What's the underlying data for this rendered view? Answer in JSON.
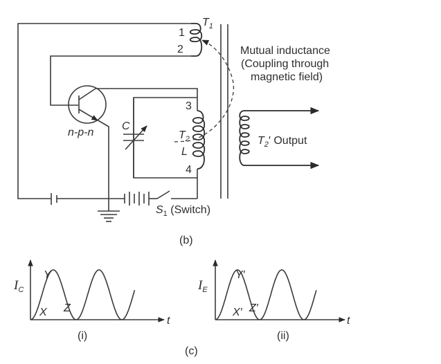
{
  "figure_b": {
    "caption": "(b)",
    "transformer_t1": {
      "label": "T",
      "subscript": "1",
      "terminal_1": "1",
      "terminal_2": "2"
    },
    "transistor": {
      "type_label": "n-p-n"
    },
    "capacitor": {
      "label": "C"
    },
    "tank_coil": {
      "label_main": "T",
      "label_subscript": "2",
      "inductor_label": "L",
      "terminal_3": "3",
      "terminal_4": "4"
    },
    "output_coil": {
      "label_main": "T",
      "label_subscript": "2",
      "label_prime": "′",
      "output_text": " Output"
    },
    "switch": {
      "label_main": "S",
      "label_subscript": "1",
      "label_text": " (Switch)"
    },
    "annotation": {
      "line1": "Mutual inductance",
      "line2": "(Coupling through",
      "line3": "magnetic field)"
    }
  },
  "figure_c": {
    "caption": "(c)",
    "graphs": [
      {
        "caption": "(i)",
        "y_label_main": "I",
        "y_label_sub": "C",
        "x_label": "t",
        "points": {
          "start": "X",
          "peak": "Y",
          "trough": "Z"
        }
      },
      {
        "caption": "(ii)",
        "y_label_main": "I",
        "y_label_sub": "E",
        "x_label": "t",
        "points": {
          "start": "X′",
          "peak": "Y′",
          "trough": "Z′"
        }
      }
    ]
  },
  "colors": {
    "line": "#3a3a3a",
    "text": "#2e2e2e",
    "background": "#ffffff"
  }
}
